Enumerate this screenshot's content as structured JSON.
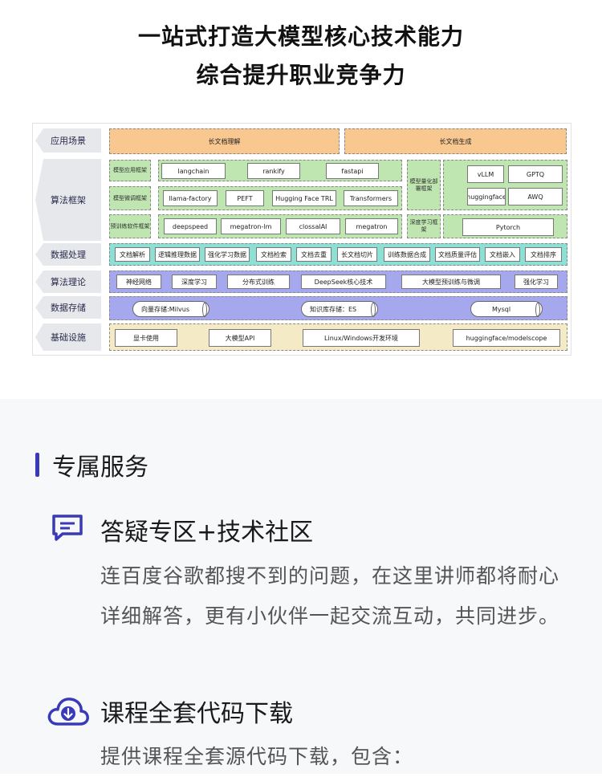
{
  "hero": {
    "title_line1": "一站式打造大模型核心技术能力",
    "title_line2": "综合提升职业竞争力"
  },
  "diagram": {
    "rows": [
      {
        "label": "应用场景",
        "color": "#f9c891"
      },
      {
        "label": "算法框架",
        "color": "#bfe6b0"
      },
      {
        "label": "数据处理",
        "color": "#8fe0d4"
      },
      {
        "label": "算法理论",
        "color": "#a6a8ee"
      },
      {
        "label": "数据存储",
        "color": "#a6a8ee"
      },
      {
        "label": "基础设施",
        "color": "#f4ebc6"
      }
    ],
    "application": [
      "长文档理解",
      "长文档生成"
    ],
    "framework": {
      "sub_labels": [
        "模型应用框架",
        "模型微调框架",
        "预训练软件框架"
      ],
      "app_row": [
        "langchain",
        "rankify",
        "fastapi"
      ],
      "finetune_row": [
        "llama-factory",
        "PEFT",
        "Hugging Face TRL",
        "Transformers"
      ],
      "pretrain_row": [
        "deepspeed",
        "megatron-lm",
        "clossalAI",
        "megatron"
      ],
      "quant_label": "模型量化部署框架",
      "quant_items": [
        "vLLM",
        "GPTQ",
        "huggingface",
        "AWQ"
      ],
      "dl_label": "深度学习框架",
      "dl_item": "Pytorch"
    },
    "data_processing": [
      "文档解析",
      "逻辑推理数据",
      "强化学习数据",
      "文档检索",
      "文档去重",
      "长文档切片",
      "训练数据合成",
      "文档质量评估",
      "文档嵌入",
      "文档排序"
    ],
    "theory": [
      "神经网络",
      "深度学习",
      "分布式训练",
      "DeepSeek核心技术",
      "大模型预训练与微调",
      "强化学习"
    ],
    "storage": [
      "向量存储:Milvus",
      "知识库存储：ES",
      "Mysql"
    ],
    "infrastructure": [
      "显卡使用",
      "大模型API",
      "Linux/Windows开发环境",
      "huggingface/modelscope"
    ]
  },
  "section": {
    "title": "专属服务",
    "accent": "#3a3ab8"
  },
  "services": [
    {
      "icon": "chat-icon",
      "title": "答疑专区+技术社区",
      "desc": "连百度谷歌都搜不到的问题，在这里讲师都将耐心详细解答，更有小伙伴一起交流互动，共同进步。"
    },
    {
      "icon": "cloud-download-icon",
      "title": "课程全套代码下载",
      "desc": "提供课程全套源代码下载，包含："
    }
  ]
}
